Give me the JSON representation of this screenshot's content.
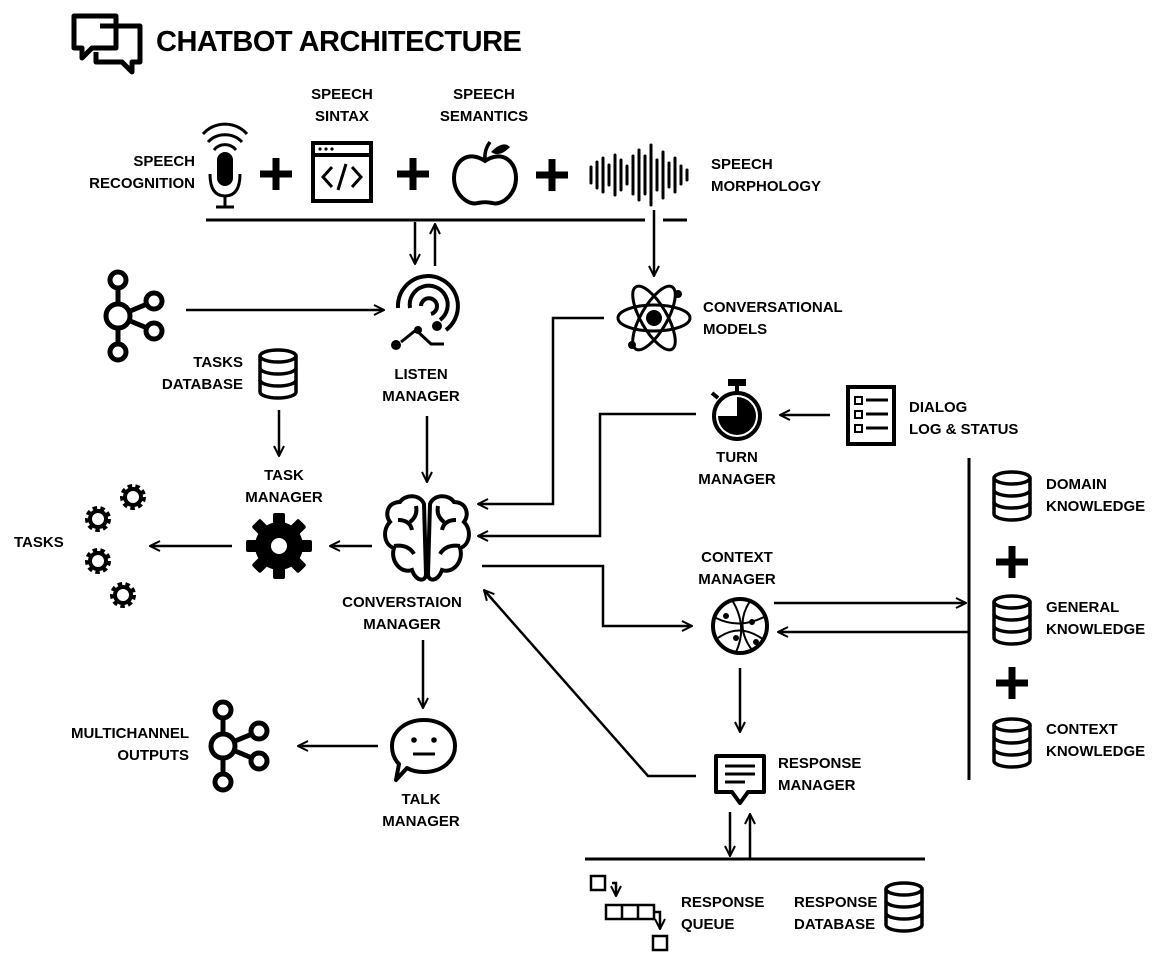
{
  "title": "CHATBOT ARCHITECTURE",
  "labels": {
    "speech_recognition": [
      "SPEECH",
      "RECOGNITION"
    ],
    "speech_sintax": [
      "SPEECH",
      "SINTAX"
    ],
    "speech_semantics": [
      "SPEECH",
      "SEMANTICS"
    ],
    "speech_morphology": [
      "SPEECH",
      "MORPHOLOGY"
    ],
    "conversational_models": [
      "CONVERSATIONAL",
      "MODELS"
    ],
    "tasks_database": [
      "TASKS",
      "DATABASE"
    ],
    "listen_manager": [
      "LISTEN",
      "MANAGER"
    ],
    "dialog_log": [
      "DIALOG",
      "LOG & STATUS"
    ],
    "turn_manager": [
      "TURN",
      "MANAGER"
    ],
    "task_manager": [
      "TASK",
      "MANAGER"
    ],
    "tasks": "TASKS",
    "conversation_manager": [
      "CONVERSTAION",
      "MANAGER"
    ],
    "context_manager": [
      "CONTEXT",
      "MANAGER"
    ],
    "domain_knowledge": [
      "DOMAIN",
      "KNOWLEDGE"
    ],
    "general_knowledge": [
      "GENERAL",
      "KNOWLEDGE"
    ],
    "context_knowledge": [
      "CONTEXT",
      "KNOWLEDGE"
    ],
    "multichannel_outputs": [
      "MULTICHANNEL",
      "OUTPUTS"
    ],
    "talk_manager": [
      "TALK",
      "MANAGER"
    ],
    "response_manager": [
      "RESPONSE",
      "MANAGER"
    ],
    "response_queue": [
      "RESPONSE",
      "QUEUE"
    ],
    "response_database": [
      "RESPONSE",
      "DATABASE"
    ]
  },
  "icons": [
    "chat-icon",
    "microphone-icon",
    "code-window-icon",
    "apple-icon",
    "soundwave-icon",
    "network-nodes-icon",
    "database-icon",
    "listen-icon",
    "atom-icon",
    "stopwatch-icon",
    "checklist-icon",
    "brain-icon",
    "gear-icon",
    "gears-icon",
    "globe-icon",
    "message-icon",
    "queue-icon"
  ],
  "colors": {
    "ink": "#000000",
    "background": "#ffffff"
  }
}
